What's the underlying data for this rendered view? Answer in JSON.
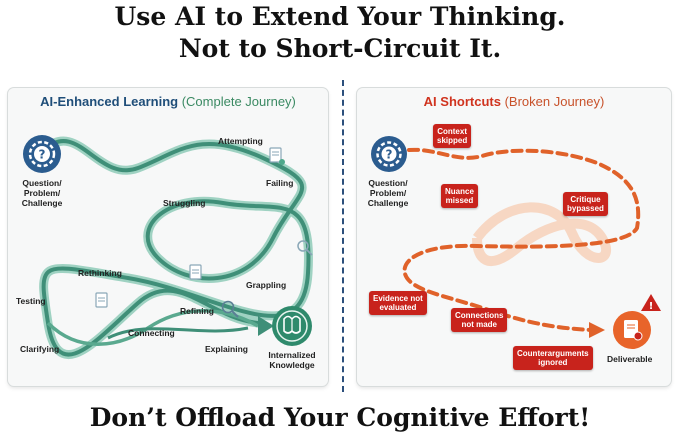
{
  "heading": {
    "line1": "Use AI to Extend Your Thinking.",
    "line2": "Not to Short-Circuit It.",
    "footer": "Don’t Offload Your Cognitive Effort!"
  },
  "left_panel": {
    "title_main": "AI-Enhanced Learning",
    "title_sub": "(Complete Journey)",
    "start_label": [
      "Question/",
      "Problem/",
      "Challenge"
    ],
    "steps": {
      "attempting": "Attempting",
      "failing": "Failing",
      "struggling": "Struggling",
      "rethinking": "Rethinking",
      "grappling": "Grappling",
      "testing": "Testing",
      "refining": "Refining",
      "connecting": "Connecting",
      "clarifying": "Clarifying",
      "explaining": "Explaining"
    },
    "end_label": [
      "Internalized",
      "Knowledge"
    ],
    "colors": {
      "path": "#3f8f78",
      "path_light": "#7fc0ad",
      "title_main": "#1f4e79",
      "title_sub": "#3b8a63"
    }
  },
  "right_panel": {
    "title_main": "AI Shortcuts",
    "title_sub": "(Broken Journey)",
    "start_label": [
      "Question/",
      "Problem/",
      "Challenge"
    ],
    "tags": {
      "context": [
        "Context",
        "skipped"
      ],
      "nuance": [
        "Nuance",
        "missed"
      ],
      "critique": [
        "Critique",
        "bypassed"
      ],
      "evidence": [
        "Evidence not",
        "evaluated"
      ],
      "connections": [
        "Connections",
        "not made"
      ],
      "counter": [
        "Counterarguments",
        "ignored"
      ]
    },
    "end_label": "Deliverable",
    "colors": {
      "path": "#e0622a",
      "tag": "#c8231c",
      "title_main": "#d0341f",
      "title_sub": "#c8522b"
    }
  },
  "icons": [
    "question-gear-icon",
    "brain-icon",
    "document-icon",
    "clipboard-icon",
    "magnifier-icon",
    "warning-icon"
  ]
}
